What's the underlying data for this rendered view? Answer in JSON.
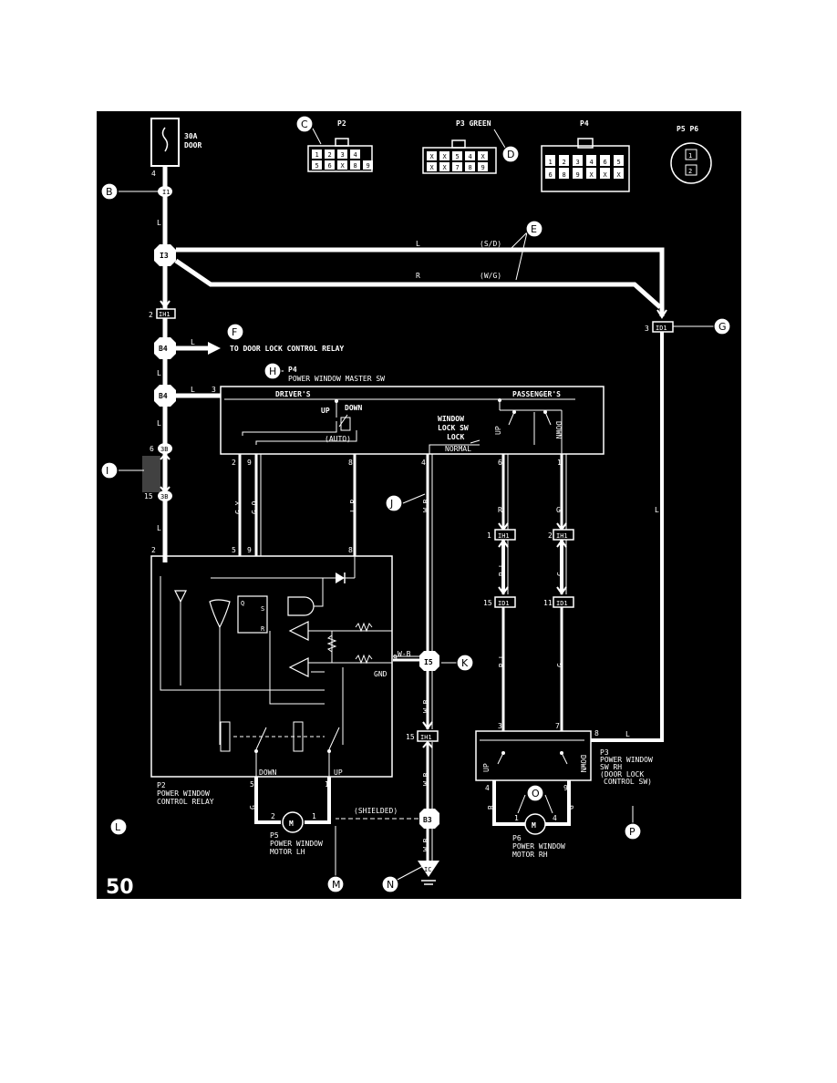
{
  "fuse": {
    "line1": "30A",
    "line2": "DOOR",
    "pin": "4"
  },
  "callouts": [
    "B",
    "C",
    "D",
    "E",
    "F",
    "G",
    "H",
    "I",
    "J",
    "K",
    "L",
    "M",
    "N",
    "O",
    "P"
  ],
  "connectors": {
    "p2": {
      "title": "P2",
      "cells": [
        "1",
        "2",
        "3",
        "4",
        "5",
        "6",
        "X",
        "8",
        "9"
      ]
    },
    "p3": {
      "title": "P3 GREEN",
      "cells": [
        "X",
        "X",
        "5",
        "4",
        "X",
        "X",
        "X",
        "7",
        "8",
        "9"
      ]
    },
    "p4": {
      "title": "P4",
      "cells": [
        "1",
        "2",
        "3",
        "4",
        "6",
        "5",
        "6",
        "8",
        "9",
        "X",
        "X",
        "X"
      ]
    },
    "p56": {
      "title": "P5  P6",
      "pin1": "1",
      "pin2": "2"
    }
  },
  "junctions": {
    "i1": "I1",
    "i3": "I3",
    "b4a": "B4",
    "b4b": "B4",
    "i5": "I5",
    "b3": "B3",
    "ic": "IC",
    "c3a": "3B",
    "c3b": "3B"
  },
  "connector_tags": {
    "ih1_top": "IH1",
    "id1_top": "ID1",
    "ih1_r5": "IH1",
    "ih1_r1": "IH1",
    "id1_r15": "ID1",
    "id1_r11": "ID1",
    "ih1_15": "IH1"
  },
  "wires": {
    "L": "L",
    "R": "R",
    "sd": "(S/D)",
    "wg": "(W/G)",
    "gy": "G-Y",
    "go": "G-O",
    "lr": "L-R",
    "wb": "W-B",
    "rl": "R-L",
    "g": "G",
    "shielded": "(SHIELDED)"
  },
  "labels": {
    "to_door_lock": "TO DOOR LOCK CONTROL RELAY",
    "p4_ref": "P4",
    "master_sw": "POWER WINDOW MASTER SW",
    "drivers": "DRIVER'S",
    "passengers": "PASSENGER'S",
    "up": "UP",
    "down": "DOWN",
    "auto": "(AUTO)",
    "window_lock_1": "WINDOW",
    "window_lock_2": "LOCK SW",
    "lock": "LOCK",
    "normal": "NORMAL",
    "gnd": "GND",
    "relay_1": "P2",
    "relay_2": "POWER WINDOW",
    "relay_3": "CONTROL RELAY",
    "motor_lh_1": "P5",
    "motor_lh_2": "POWER WINDOW",
    "motor_lh_3": "MOTOR LH",
    "motor_rh_1": "P6",
    "motor_rh_2": "POWER WINDOW",
    "motor_rh_3": "MOTOR RH",
    "sw_rh_1": "P3",
    "sw_rh_2": "POWER WINDOW",
    "sw_rh_3": "SW RH",
    "sw_rh_4": "(DOOR LOCK",
    "sw_rh_5": "CONTROL SW)",
    "motor": "M",
    "page_number": "50"
  },
  "pins": [
    "2",
    "3",
    "2",
    "9",
    "8",
    "4",
    "6",
    "1",
    "2",
    "5",
    "9",
    "8",
    "5",
    "1",
    "15",
    "11",
    "15",
    "3",
    "7",
    "8",
    "4",
    "9",
    "4",
    "1",
    "1",
    "2",
    "2",
    "1",
    "6",
    "15",
    "3"
  ],
  "colors": {
    "background": "#000000",
    "line": "#ffffff",
    "page": "#ffffff"
  }
}
